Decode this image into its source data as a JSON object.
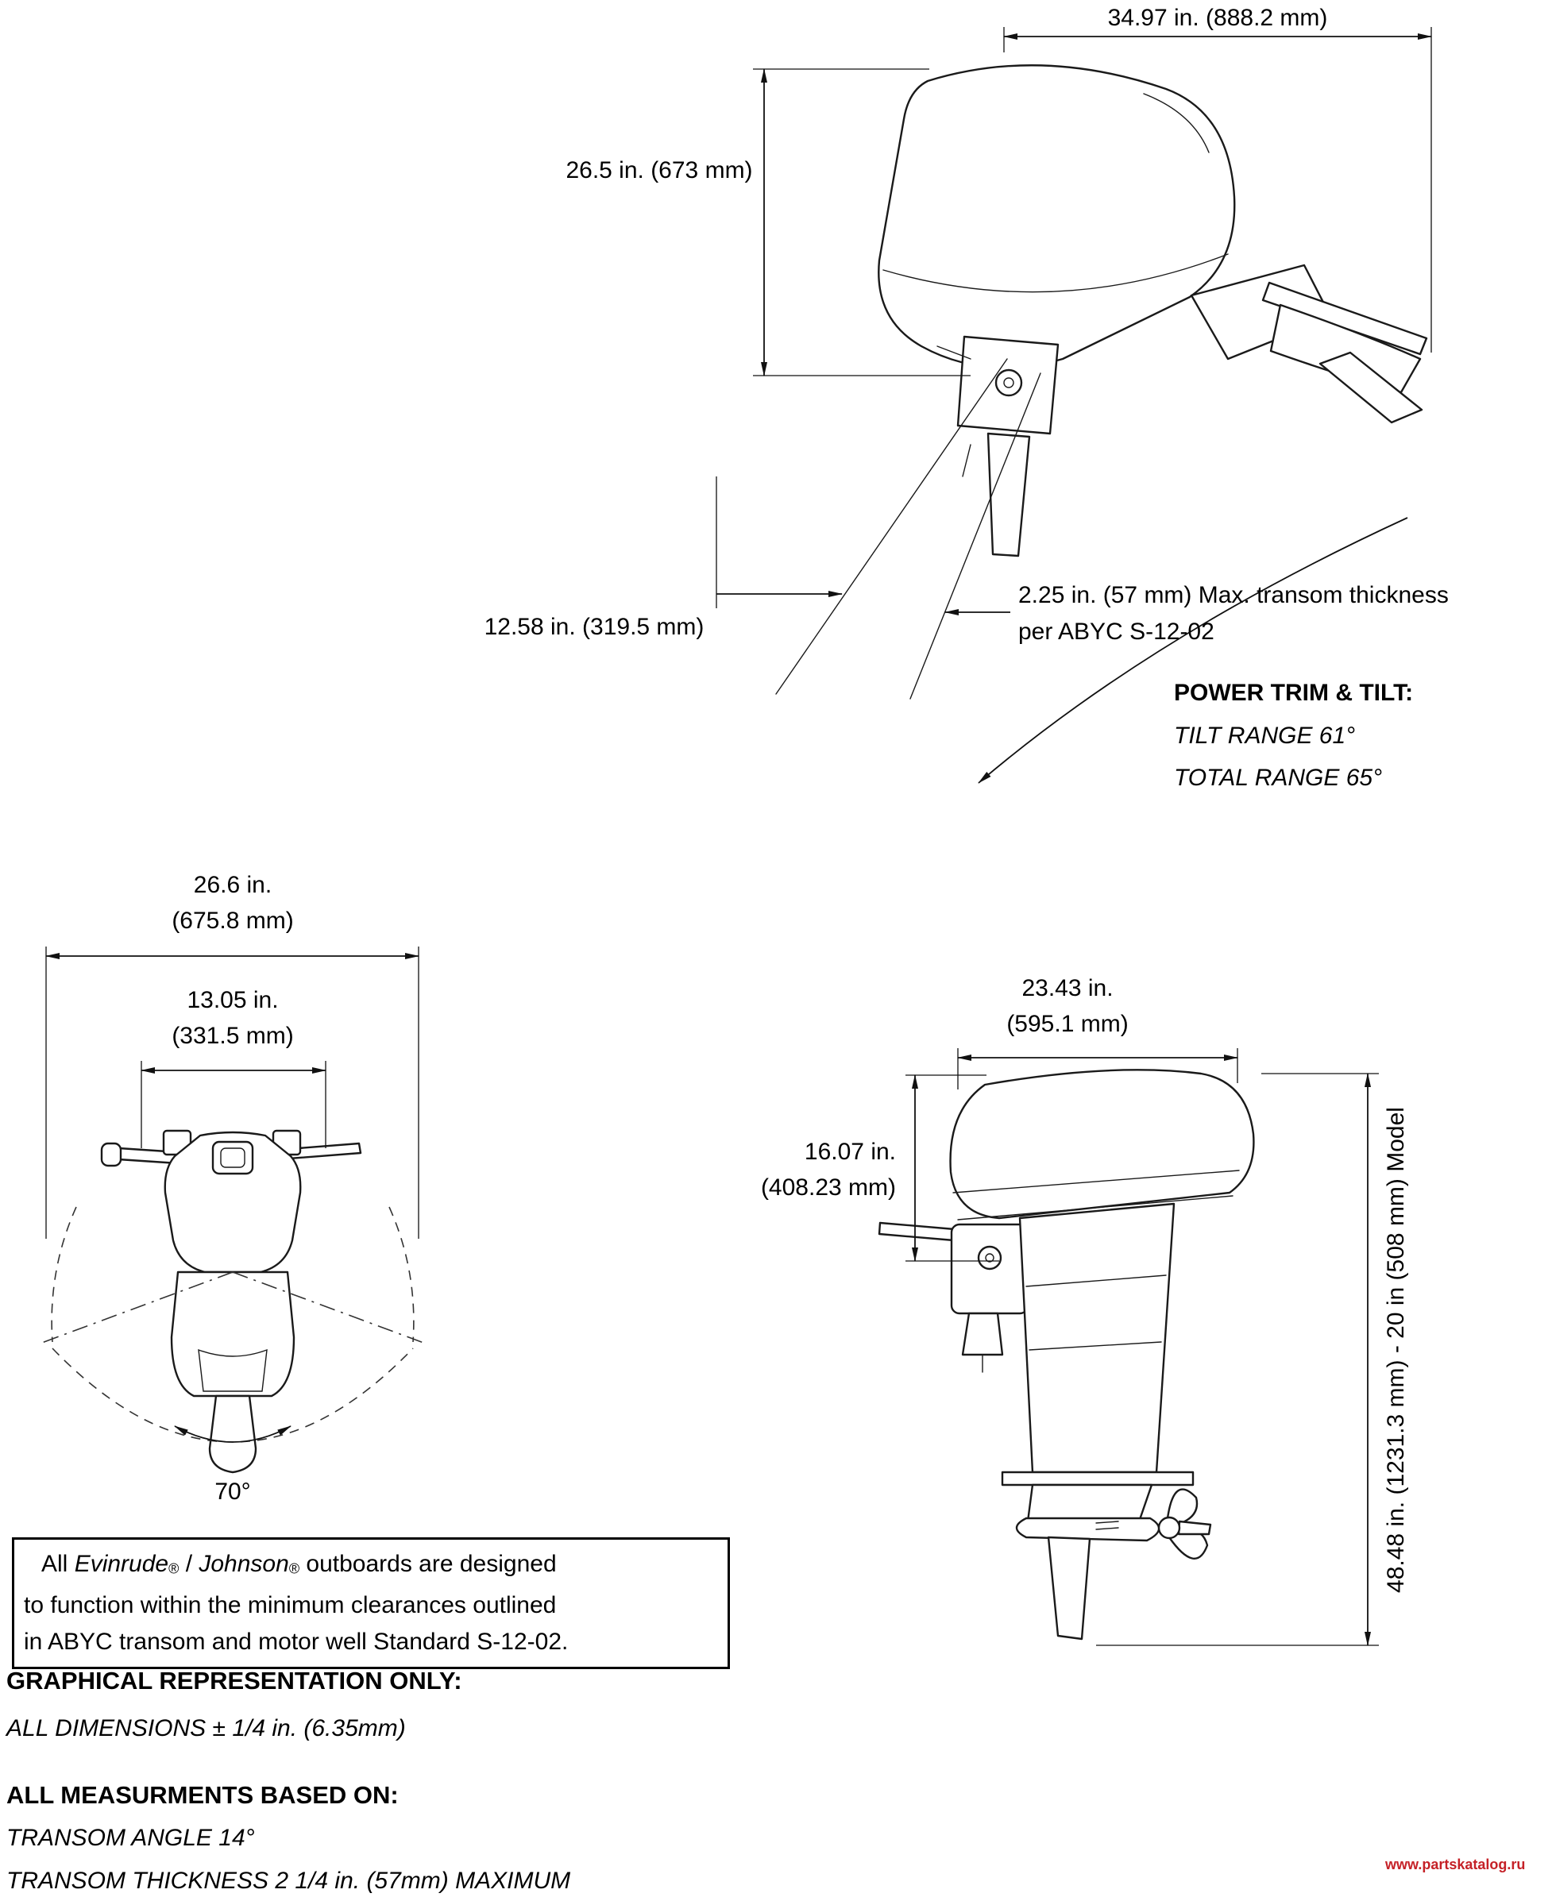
{
  "colors": {
    "watermark_red": "#c52127",
    "line": "#1a1a1a"
  },
  "tilted_view": {
    "overall_width": "34.97 in. (888.2 mm)",
    "cowl_height": "26.5 in. (673 mm)",
    "front_clearance": "12.58 in. (319.5 mm)",
    "transom_note_1": "2.25 in. (57 mm) Max. transom thickness",
    "transom_note_2": "per ABYC S-12-02",
    "power_trim_title": "POWER TRIM & TILT:",
    "tilt_range": "TILT RANGE 61°",
    "total_range": "TOTAL RANGE 65°"
  },
  "front_view": {
    "overall_width_in": "26.6 in.",
    "overall_width_mm": "(675.8 mm)",
    "inner_width_in": "13.05 in.",
    "inner_width_mm": "(331.5 mm)",
    "steering_angle": "70°"
  },
  "side_view": {
    "width_in": "23.43 in.",
    "width_mm": "(595.1 mm)",
    "height_in": "16.07 in.",
    "height_mm": "(408.23 mm)",
    "overall_height": "48.48 in. (1231.3 mm) - 20 in (508 mm) Model"
  },
  "notice": {
    "l1_pre": "All ",
    "brand1": "Evinrude",
    "reg": "®",
    "l1_mid": " / ",
    "brand2": "Johnson",
    "l1_post": " outboards are designed",
    "l2": "to function within the minimum clearances outlined",
    "l3": "in ABYC transom and motor well Standard S-12-02."
  },
  "footer": {
    "graphical_title": "GRAPHICAL REPRESENTATION ONLY:",
    "dimensions_note": "ALL DIMENSIONS ± 1/4 in. (6.35mm)",
    "measurements_title": "ALL MEASURMENTS BASED ON:",
    "transom_angle": "TRANSOM ANGLE 14°",
    "transom_thickness": "TRANSOM THICKNESS 2 1/4 in. (57mm) MAXIMUM"
  },
  "watermark": "www.partskatalog.ru"
}
